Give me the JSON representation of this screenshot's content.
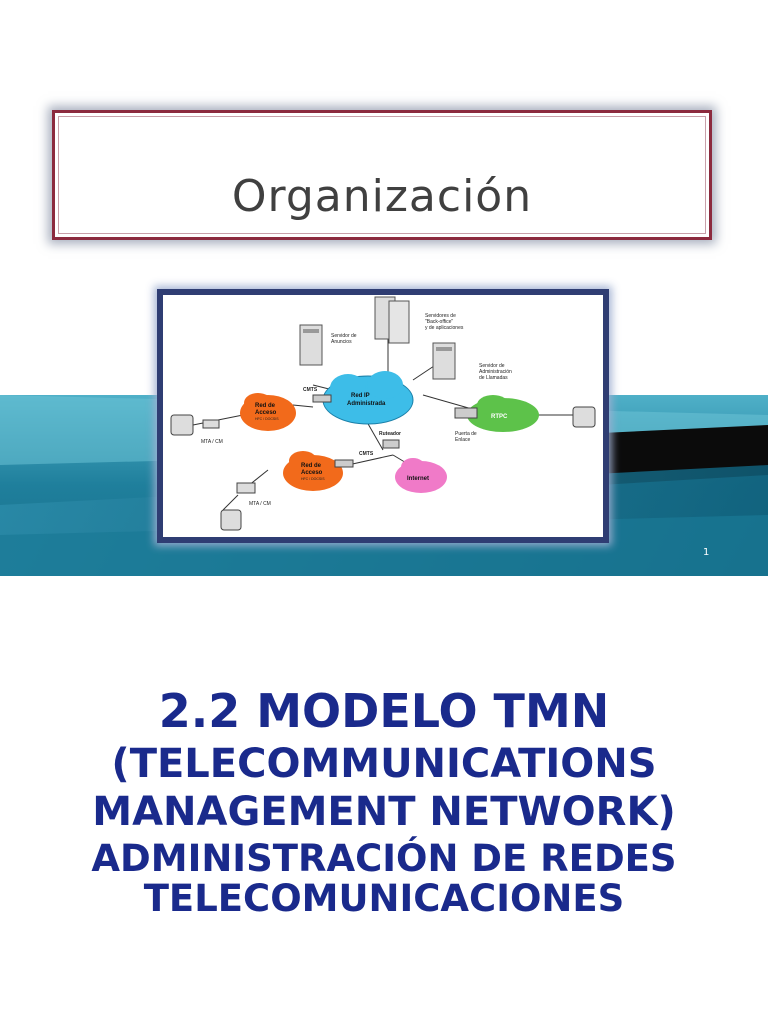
{
  "slide1": {
    "title": "Organización",
    "slide_number": "1",
    "diagram": {
      "labels": {
        "servidor_anuncios": [
          "Servidor de",
          "Anuncios"
        ],
        "servidores_backoffice": [
          "Servidores de",
          "\"Back-office\"",
          "y de aplicaciones"
        ],
        "servidor_admin": [
          "Servidor de",
          "Administración",
          "de Llamadas"
        ],
        "red_ip": [
          "Red IP",
          "Administrada"
        ],
        "red_acceso_1": [
          "Red de",
          "Acceso",
          "HFC / DOCSIS"
        ],
        "red_acceso_2": [
          "Red de",
          "Acceso",
          "HFC / DOCSIS"
        ],
        "cmts_1": "CMTS",
        "cmts_2": "CMTS",
        "ruteador": "Ruteador",
        "internet": "Internet",
        "rtpc": "RTPC",
        "puerta_enlace": [
          "Puerta de",
          "Enlace"
        ],
        "mta_1": "MTA / CM",
        "mta_2": "MTA / CM"
      },
      "colors": {
        "access_cloud": "#f26a1b",
        "ip_cloud": "#3dbde8",
        "rtpc_cloud": "#5dc24a",
        "internet_cloud": "#f07ac8"
      }
    }
  },
  "slide2": {
    "line1": "2.2  MODELO TMN",
    "line2": "(TELECOMMUNICATIONS",
    "line3": "MANAGEMENT NETWORK)",
    "line4": "ADMINISTRACIÓN DE REDES",
    "line5": "TELECOMUNICACIONES",
    "color": "#1a2a8c"
  }
}
